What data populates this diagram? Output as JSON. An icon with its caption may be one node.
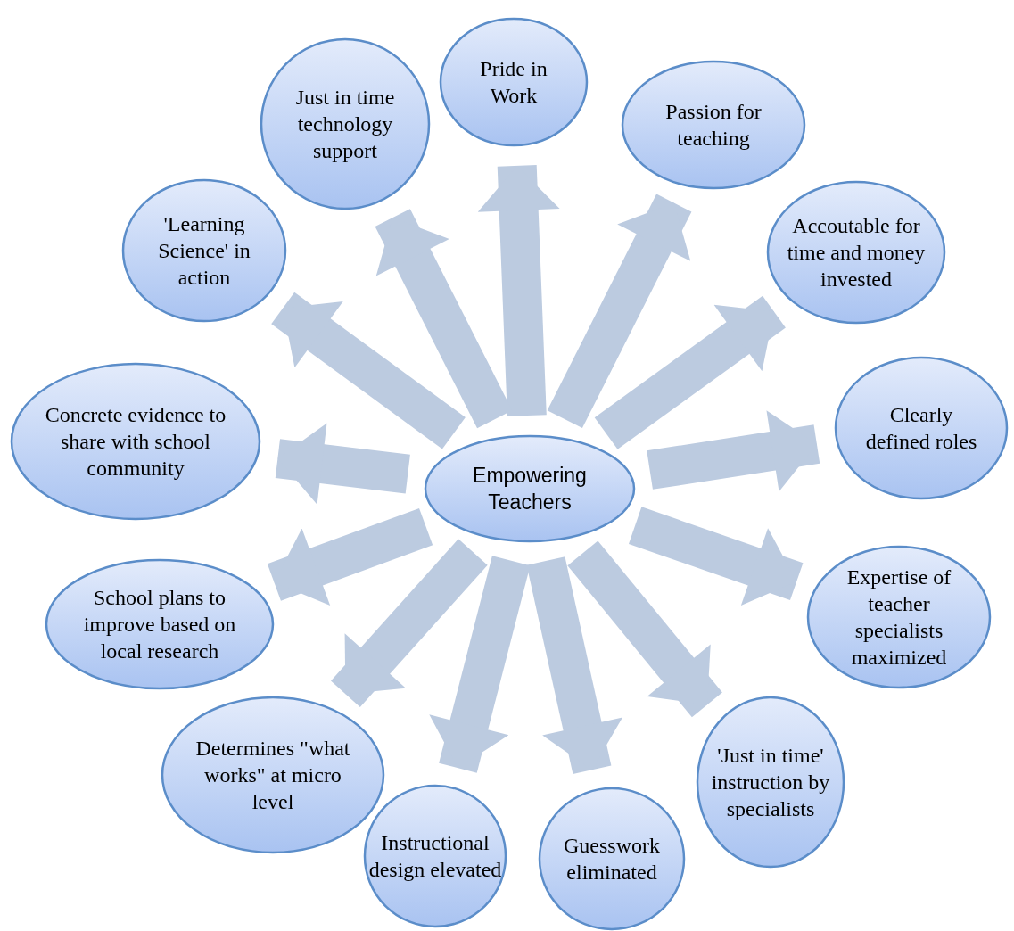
{
  "diagram": {
    "nodes": [
      {
        "text": [
          "Empowering Teachers"
        ]
      },
      {
        "text": [
          "Pride in Work"
        ]
      },
      {
        "text": [
          "Passion for teaching"
        ]
      },
      {
        "text": [
          "Accoutable for time and money invested"
        ]
      },
      {
        "text": [
          "Clearly defined roles"
        ]
      },
      {
        "text": [
          "Expertise of teacher specialists maximized"
        ]
      },
      {
        "text": [
          "'Just in time' instruction by specialists"
        ]
      },
      {
        "text": [
          "Guesswork eliminated"
        ]
      },
      {
        "text": [
          "Instructional design elevated"
        ]
      },
      {
        "text": [
          "Determines \"what works\" at micro level"
        ]
      },
      {
        "text": [
          "School plans to improve based on local research"
        ]
      },
      {
        "text": [
          "Concrete evidence to share with school community"
        ]
      },
      {
        "text": [
          "'Learning Science' in action"
        ]
      },
      {
        "text": [
          "Just in time technology support"
        ]
      }
    ],
    "edges": [
      {
        "from": 0,
        "to": 1,
        "arrow": "to"
      },
      {
        "from": 0,
        "to": 2,
        "arrow": "to"
      },
      {
        "from": 0,
        "to": 3,
        "arrow": "to"
      },
      {
        "from": 0,
        "to": 4,
        "arrow": "to"
      },
      {
        "from": 0,
        "to": 5,
        "arrow": "to"
      },
      {
        "from": 0,
        "to": 6,
        "arrow": "to"
      },
      {
        "from": 0,
        "to": 7,
        "arrow": "to"
      },
      {
        "from": 0,
        "to": 8,
        "arrow": "to"
      },
      {
        "from": 0,
        "to": 9,
        "arrow": "to"
      },
      {
        "from": 0,
        "to": 10,
        "arrow": "to"
      },
      {
        "from": 0,
        "to": 11,
        "arrow": "to"
      },
      {
        "from": 0,
        "to": 12,
        "arrow": "to"
      },
      {
        "from": 0,
        "to": 13,
        "arrow": "to"
      }
    ]
  }
}
